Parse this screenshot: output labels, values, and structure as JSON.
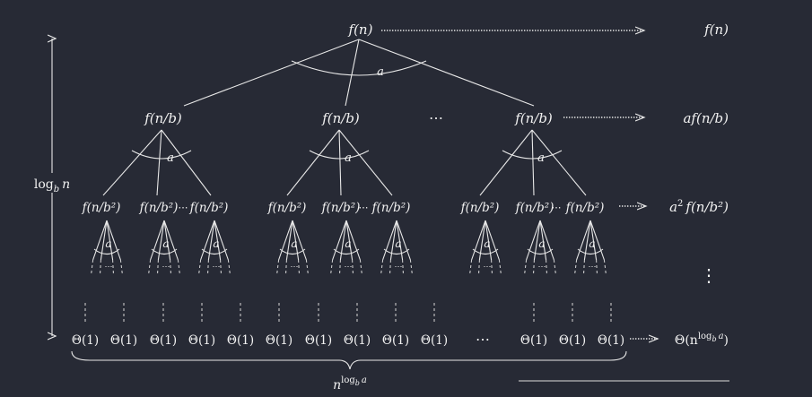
{
  "root": {
    "label": "f(n)",
    "branch": "a"
  },
  "level1": {
    "label": "f(n/b)",
    "branch": "a",
    "ellipsis": "⋯"
  },
  "level2": {
    "label": "f(n/b²)",
    "mid_dots": "⋯",
    "branch": "a",
    "small_dots": "⋯"
  },
  "leaves": {
    "label": "Θ(1)",
    "ellipsis": "⋯"
  },
  "height_label": {
    "base": "log",
    "sub": "b",
    "var": "n"
  },
  "leaf_count": {
    "base": "n",
    "exp": "log",
    "exp_sub": "b",
    "exp_var": "a"
  },
  "costs": {
    "level0": "f(n)",
    "level1": "af(n/b)",
    "level2": {
      "coef": "a",
      "pow": "2",
      "rest": "f(n/b²)"
    },
    "vdots": "⋮",
    "leaves": {
      "pre": "Θ(n",
      "exp": "log",
      "exp_sub": "b",
      "exp_var": "a",
      "post": ")"
    }
  }
}
